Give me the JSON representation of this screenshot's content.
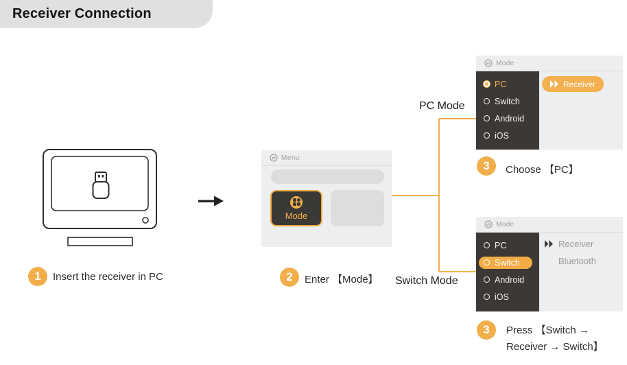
{
  "banner": {
    "title": "Receiver Connection"
  },
  "steps": {
    "one": {
      "num": "1",
      "text": "Insert the receiver in PC"
    },
    "two": {
      "num": "2",
      "text": "Enter 【Mode】"
    },
    "three_pc": {
      "num": "3",
      "text": "Choose 【PC】"
    },
    "three_switch": {
      "num": "3",
      "line1": "Press 【Switch →",
      "line2": "Receiver → Switch】"
    }
  },
  "branches": {
    "pc_label": "PC Mode",
    "switch_label": "Switch Mode"
  },
  "menu_screen": {
    "title": "Menu",
    "mode_tile_label": "Mode"
  },
  "pc_screen": {
    "title": "Mode",
    "options": [
      {
        "label": "PC",
        "selected": true
      },
      {
        "label": "Switch",
        "selected": false
      },
      {
        "label": "Android",
        "selected": false
      },
      {
        "label": "iOS",
        "selected": false
      }
    ],
    "receiver_button": "Receiver"
  },
  "switch_screen": {
    "title": "Mode",
    "options": [
      {
        "label": "PC",
        "selected": false
      },
      {
        "label": "Switch",
        "selected": true
      },
      {
        "label": "Android",
        "selected": false
      },
      {
        "label": "iOS",
        "selected": false
      }
    ],
    "connections": [
      {
        "label": "Receiver"
      },
      {
        "label": "Bluetooth"
      }
    ]
  },
  "colors": {
    "accent_orange": "#F2AF4C",
    "dark_panel": "#3B3835",
    "screen_bg": "#EDEEEF",
    "banner_bg": "#E0E0E0",
    "line_orange": "#F1AF4E"
  }
}
